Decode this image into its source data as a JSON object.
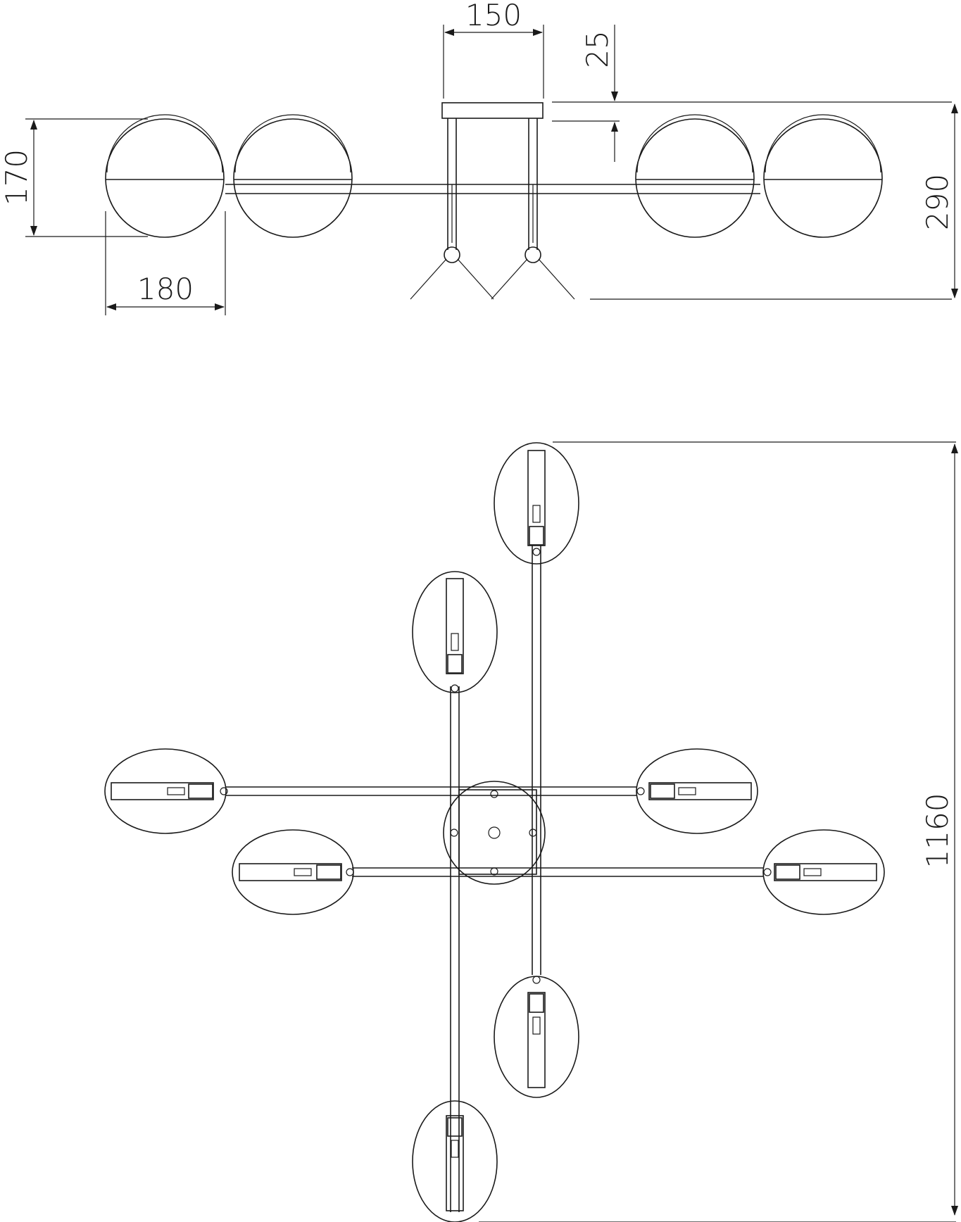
{
  "dimensions": {
    "canopy_width": "150",
    "canopy_height": "25",
    "shade_height": "170",
    "shade_width": "180",
    "total_height": "290",
    "total_length": "1160"
  },
  "views": [
    "side-view",
    "top-view"
  ],
  "colors": {
    "line": "#1a1a1a",
    "background": "#ffffff"
  }
}
